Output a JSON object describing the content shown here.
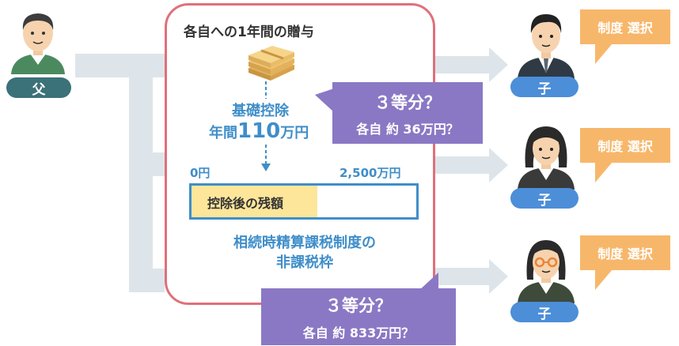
{
  "father": {
    "label": "父"
  },
  "panel": {
    "title": "各自への1年間の贈与",
    "basic_deduction_title": "基礎控除",
    "basic_deduction_prefix": "年間",
    "basic_deduction_amount": "110",
    "basic_deduction_unit": "万円",
    "bar_min_label": "0円",
    "bar_max_label": "2,500万円",
    "bar_fill_label": "控除後の残額",
    "bar_fill_fraction": 0.56,
    "nontaxable_line1": "相続時精算課税制度の",
    "nontaxable_line2": "非課税枠"
  },
  "callout_top": {
    "line1": "３等分？",
    "line2": "各自 約 36万円？"
  },
  "callout_bottom": {
    "line1": "３等分？",
    "line2": "各自 約 833万円？"
  },
  "children": [
    {
      "label": "子",
      "select_label": "制度 選択"
    },
    {
      "label": "子",
      "select_label": "制度 選択"
    },
    {
      "label": "子",
      "select_label": "制度 選択"
    }
  ],
  "colors": {
    "panel_border": "#e0707a",
    "callout": "#8a78c4",
    "select_bubble": "#f7b76b",
    "child_pill": "#4c8ed8",
    "father_pill": "#3b7179",
    "accent_blue": "#3f8ec9",
    "bar_fill": "#fde69a"
  }
}
